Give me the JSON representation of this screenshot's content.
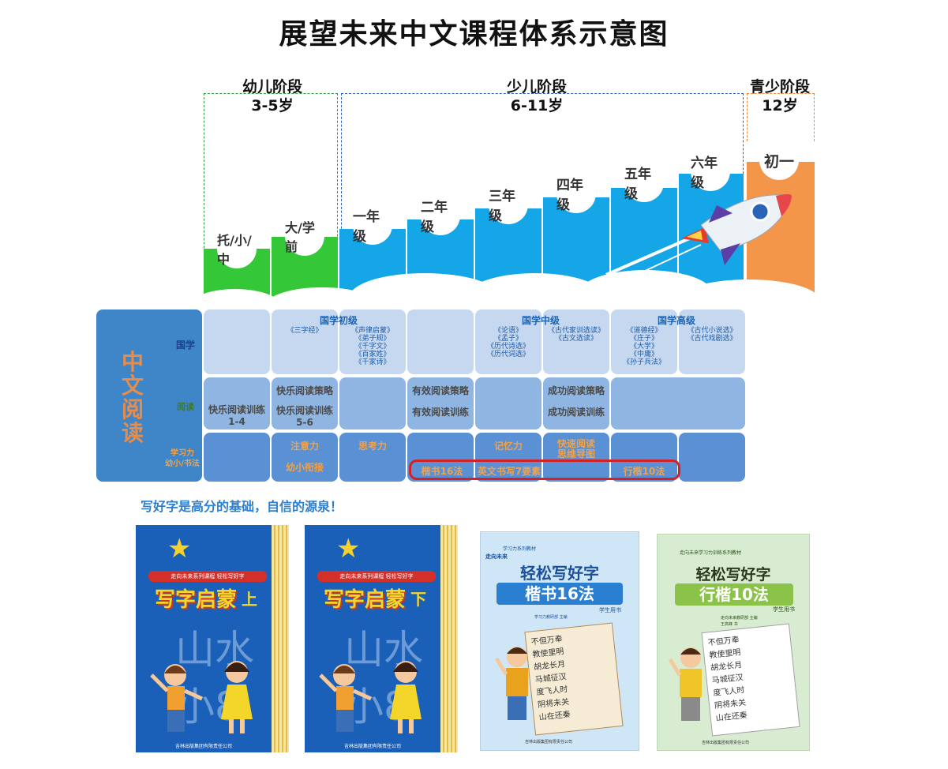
{
  "title": "展望未来中文课程体系示意图",
  "stages": [
    {
      "name": "幼儿阶段",
      "age": "3-5岁",
      "color": "#2e9a3a"
    },
    {
      "name": "少儿阶段",
      "age": "6-11岁",
      "color": "#2b63b8"
    },
    {
      "name": "青少阶段",
      "age": "12岁",
      "color": "#f08a3a"
    }
  ],
  "grades": [
    "托/小/中",
    "大/学前",
    "一年级",
    "二年级",
    "三年级",
    "四年级",
    "五年级",
    "六年级",
    "初一"
  ],
  "colors": {
    "green": "#34c737",
    "blue": "#14a6e6",
    "orange": "#f4964a",
    "left_panel": "#3f86c9"
  },
  "left_panel": {
    "title": "中文阅读",
    "rows": [
      "国学",
      "阅读",
      "学习力\n幼小/书法"
    ]
  },
  "guoxue": {
    "levels": [
      "国学初级",
      "国学中级",
      "国学高级"
    ],
    "col1": "《三字经》",
    "col2": "《声律启蒙》\n《弟子规》\n《千字文》\n《百家姓》\n《千家诗》",
    "col4": "《论语》\n《孟子》\n《历代诗选》\n《历代词选》",
    "col5": "《古代家训选读》\n《古文选读》",
    "col6": "《道德经》\n《庄子》\n《大学》\n《中庸》\n《孙子兵法》",
    "col7": "《古代小说选》\n《古代戏剧选》"
  },
  "reading": {
    "kuaile_celue": "快乐阅读策略",
    "kuaile_xunlian_1": "快乐阅读训练\n1-4",
    "kuaile_xunlian_2": "快乐阅读训练\n5-6",
    "youxiao_celue": "有效阅读策略",
    "youxiao_xunlian": "有效阅读训练",
    "chenggong_celue": "成功阅读策略",
    "chenggong_xunlian": "成功阅读训练"
  },
  "xuexili": {
    "zhuyili": "注意力",
    "sikaoli": "思考力",
    "jiyili": "记忆力",
    "kuaisu": "快速阅读\n思维导图",
    "youxiao_xianjie": "幼小衔接",
    "kaishu": "楷书16法",
    "yingwen": "英文书写7要素",
    "xingkai": "行楷10法"
  },
  "slogan": "写好字是高分的基础，自信的源泉！",
  "books": [
    {
      "title": "写字启蒙",
      "vol": "上",
      "series": "走向未来系列课程 轻松写好字",
      "publisher": "吉林出版集团有限责任公司"
    },
    {
      "title": "写字启蒙",
      "vol": "下",
      "series": "走向未来系列课程 轻松写好字",
      "publisher": "吉林出版集团有限责任公司"
    },
    {
      "title": "轻松写好字",
      "subtitle": "楷书16法",
      "series": "学习力系列教材",
      "brand": "走向未来",
      "tag": "学生用书",
      "editor": "学习力教研部 主编",
      "publisher": "吉林出版集团有限责任公司"
    },
    {
      "title": "轻松写好字",
      "subtitle": "行楷10法",
      "series": "走向未来学习力训练系列教材",
      "tag": "学生用书",
      "editor": "走向未来教研部 主编",
      "author": "王高峰 书",
      "publisher": "吉林出版集团有限责任公司"
    }
  ]
}
